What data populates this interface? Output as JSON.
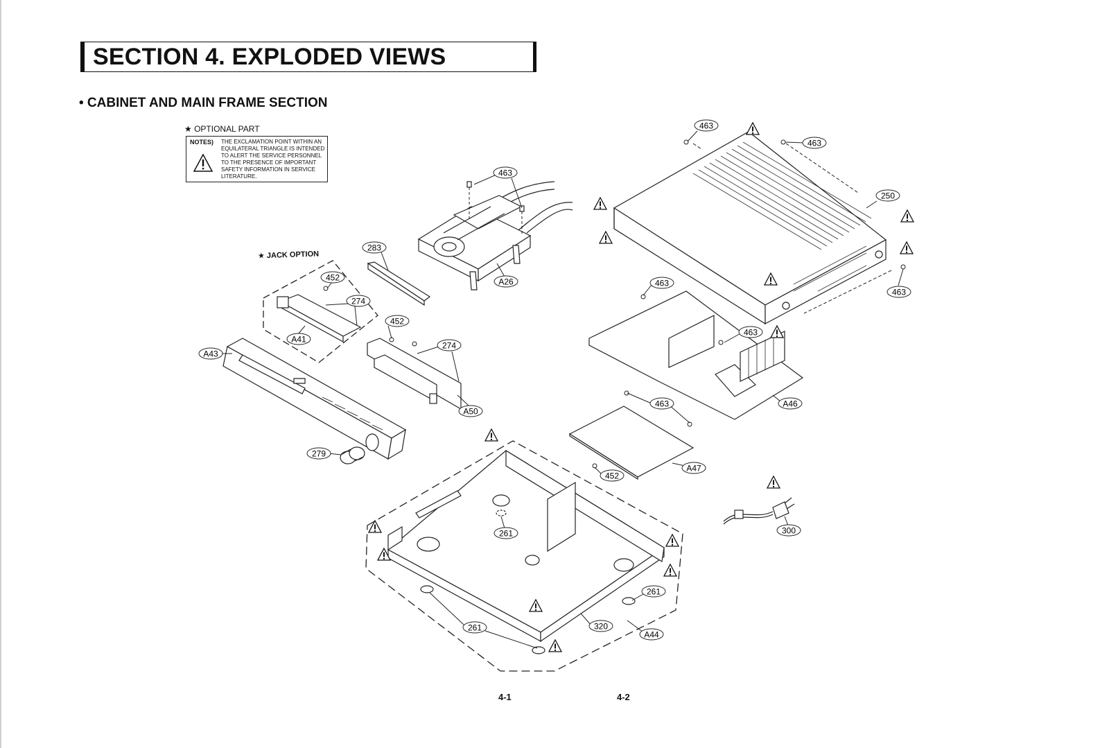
{
  "header": {
    "section_title": "SECTION 4. EXPLODED VIEWS",
    "subsection_title": "• CABINET AND MAIN FRAME SECTION"
  },
  "legend": {
    "optional_part": "★  OPTIONAL PART",
    "notes_label": "NOTES)",
    "notes_text": "THE EXCLAMATION POINT WITHIN AN EQUILATERAL TRIANGLE IS INTENDED TO ALERT THE SERVICE PERSONNEL TO THE PRESENCE OF IMPORTANT SAFETY INFORMATION IN SERVICE LITERATURE.",
    "jack_option": "★ JACK OPTION"
  },
  "callouts": [
    {
      "id": "c1",
      "label": "463"
    },
    {
      "id": "c2",
      "label": "463"
    },
    {
      "id": "c3",
      "label": "463"
    },
    {
      "id": "c4",
      "label": "250"
    },
    {
      "id": "c5",
      "label": "463"
    },
    {
      "id": "c6",
      "label": "283"
    },
    {
      "id": "c7",
      "label": "A26"
    },
    {
      "id": "c8",
      "label": "452"
    },
    {
      "id": "c9",
      "label": "274"
    },
    {
      "id": "c10",
      "label": "A41"
    },
    {
      "id": "c11",
      "label": "452"
    },
    {
      "id": "c12",
      "label": "274"
    },
    {
      "id": "c13",
      "label": "A43"
    },
    {
      "id": "c14",
      "label": "A50"
    },
    {
      "id": "c15",
      "label": "279"
    },
    {
      "id": "c16",
      "label": "463"
    },
    {
      "id": "c17",
      "label": "463"
    },
    {
      "id": "c18",
      "label": "A46"
    },
    {
      "id": "c19",
      "label": "463"
    },
    {
      "id": "c20",
      "label": "A47"
    },
    {
      "id": "c21",
      "label": "452"
    },
    {
      "id": "c22",
      "label": "261"
    },
    {
      "id": "c23",
      "label": "300"
    },
    {
      "id": "c24",
      "label": "261"
    },
    {
      "id": "c25",
      "label": "261"
    },
    {
      "id": "c26",
      "label": "320"
    },
    {
      "id": "c27",
      "label": "A44"
    }
  ],
  "footer": {
    "page_left": "4-1",
    "page_right": "4-2"
  }
}
